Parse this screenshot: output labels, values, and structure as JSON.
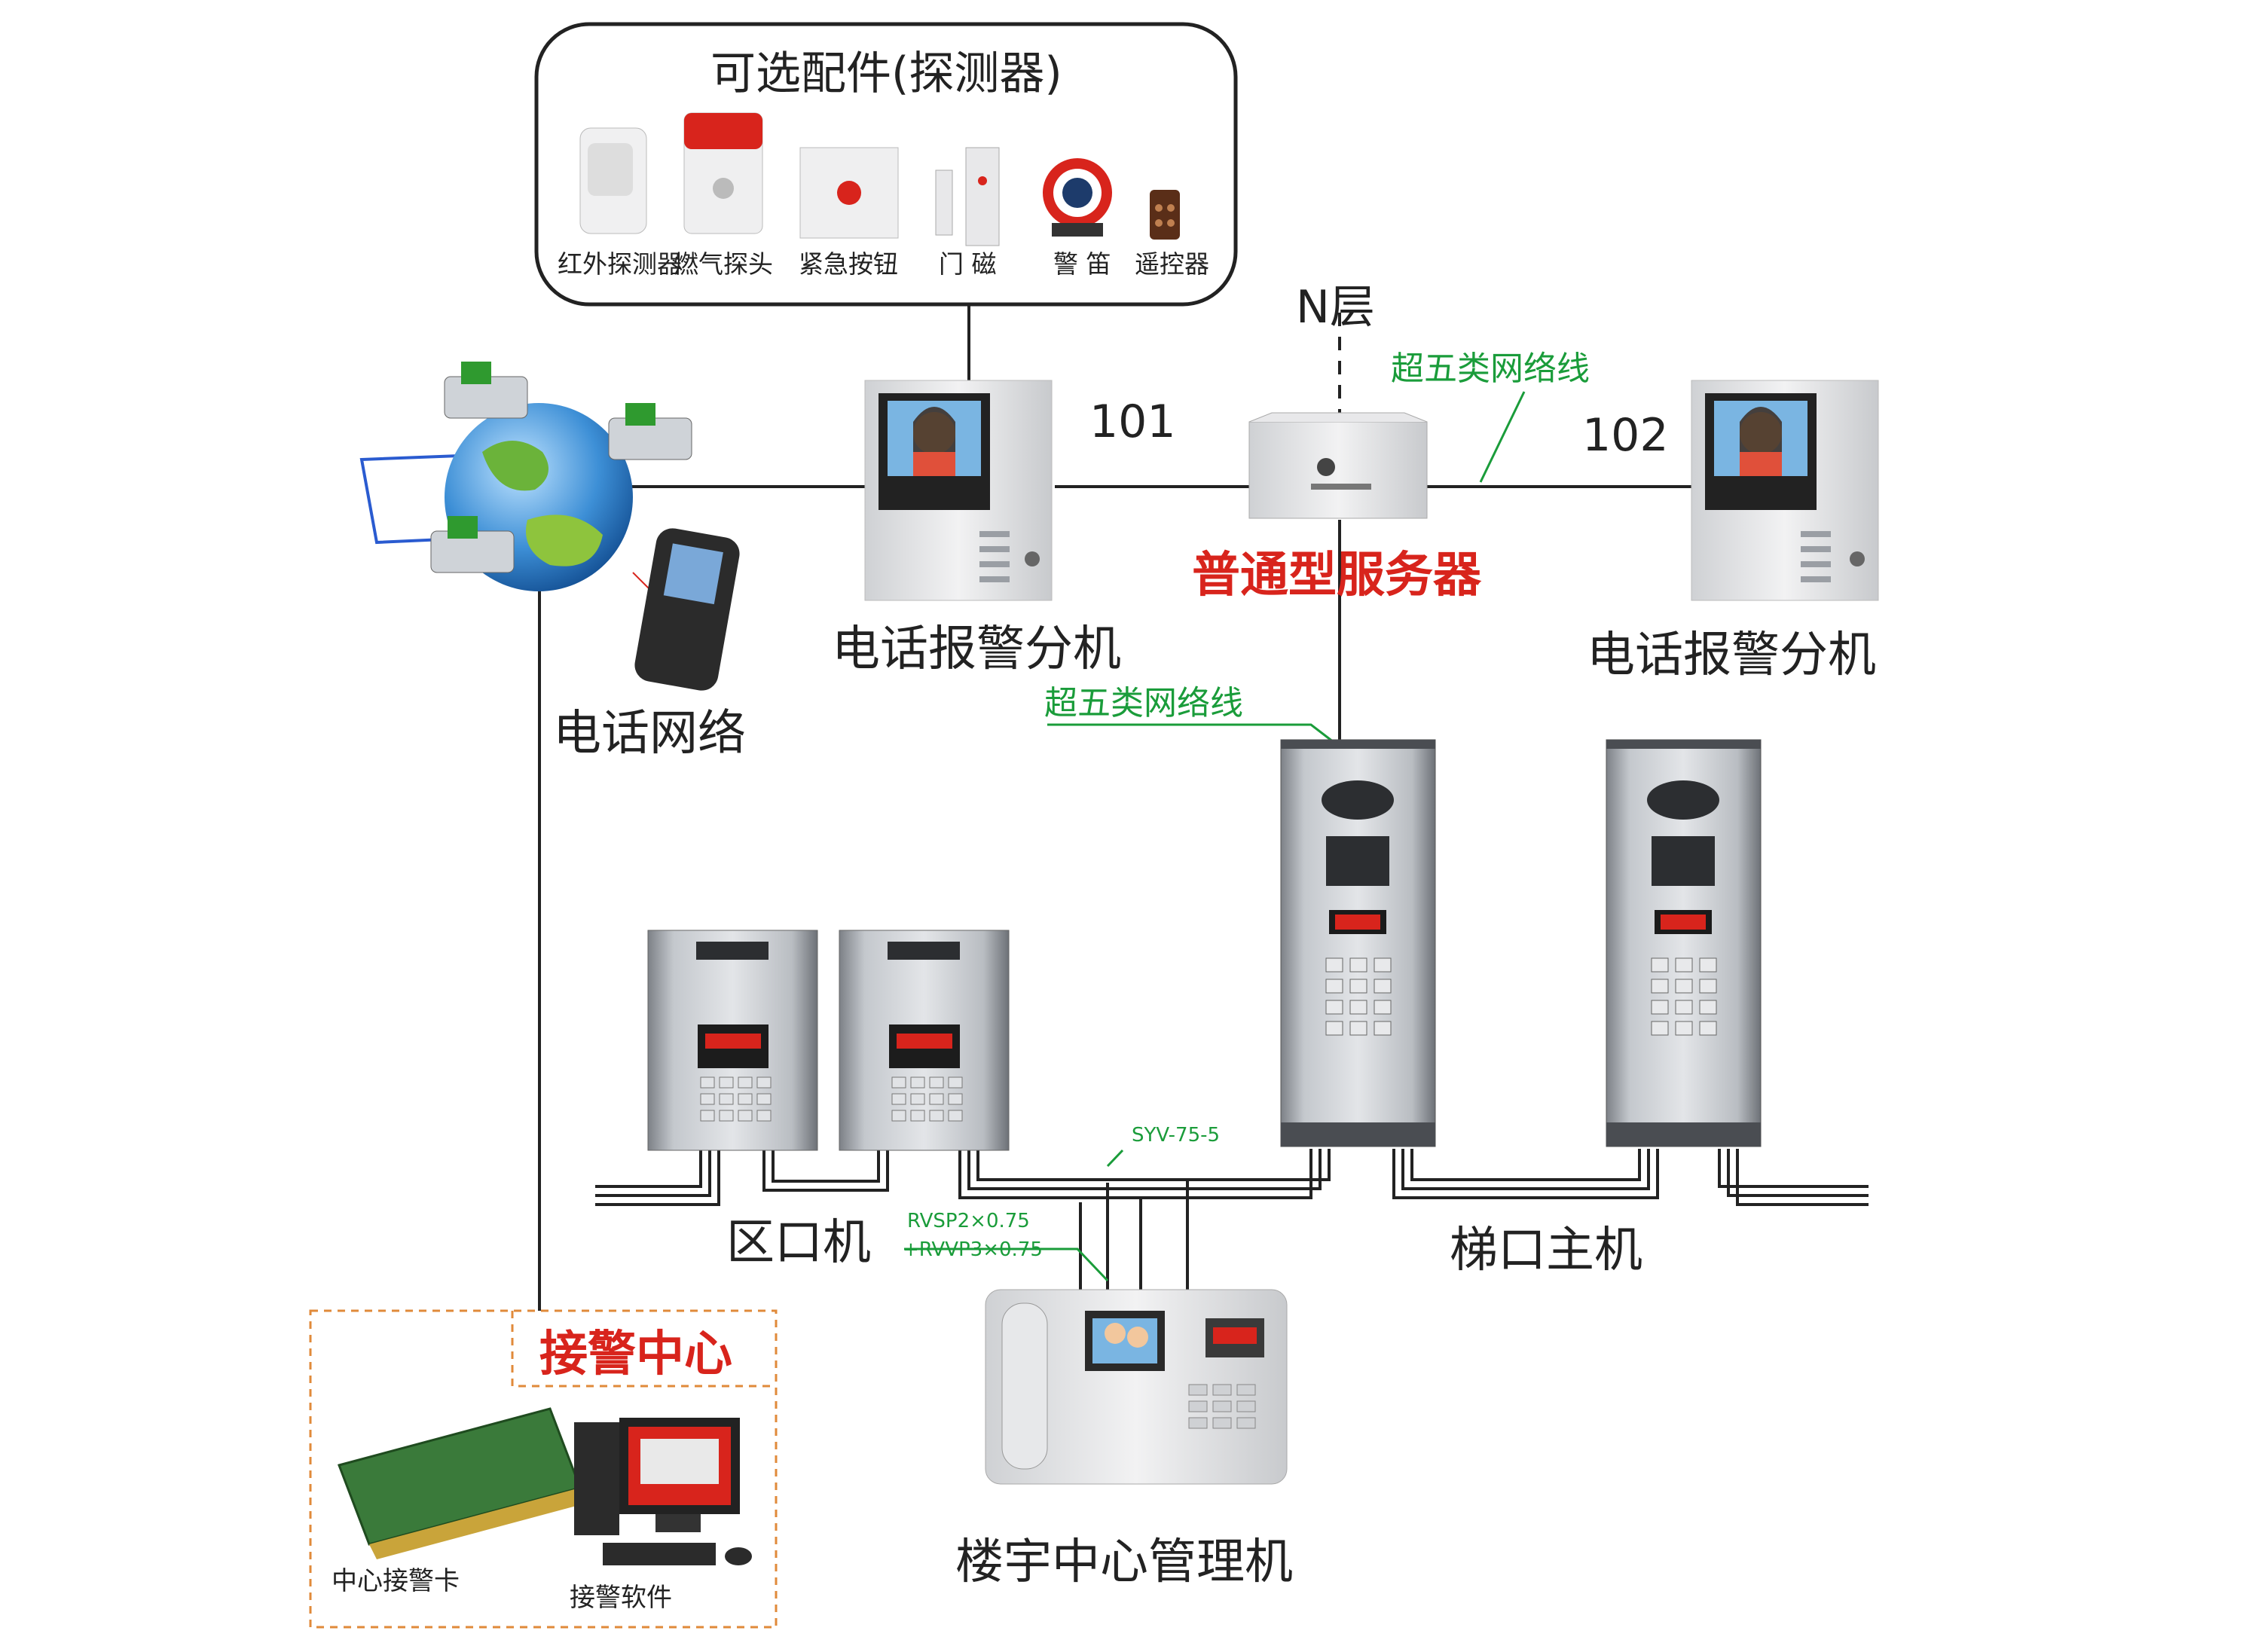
{
  "accessories": {
    "title": "可选配件(探测器)",
    "items": [
      {
        "label": "红外探测器",
        "icon": "pir-detector-icon"
      },
      {
        "label": "燃气探头",
        "icon": "gas-detector-icon"
      },
      {
        "label": "紧急按钮",
        "icon": "emergency-button-icon"
      },
      {
        "label": "门 磁",
        "icon": "door-magnet-icon"
      },
      {
        "label": "警 笛",
        "icon": "siren-icon"
      },
      {
        "label": "遥控器",
        "icon": "remote-control-icon"
      }
    ]
  },
  "labels": {
    "floor": "N层",
    "cable_top": "超五类网络线",
    "cable_mid": "超五类网络线",
    "room_101": "101",
    "room_102": "102",
    "server": "普通型服务器",
    "phone_ext_left": "电话报警分机",
    "phone_ext_right": "电话报警分机",
    "phone_network": "电话网络",
    "syv": "SYV-75-5",
    "rvsp": "RVSP2×0.75",
    "rvvp": "+RVVP3×0.75",
    "area_unit": "区口机",
    "stair_unit": "梯口主机",
    "alarm_center": "接警中心",
    "center_card": "中心接警卡",
    "alarm_software": "接警软件",
    "building_manager": "楼宇中心管理机"
  },
  "colors": {
    "accent_red": "#d8241c",
    "cable_green": "#1a9c3a",
    "line": "#222222",
    "panel_silver": "#a9adb3"
  }
}
